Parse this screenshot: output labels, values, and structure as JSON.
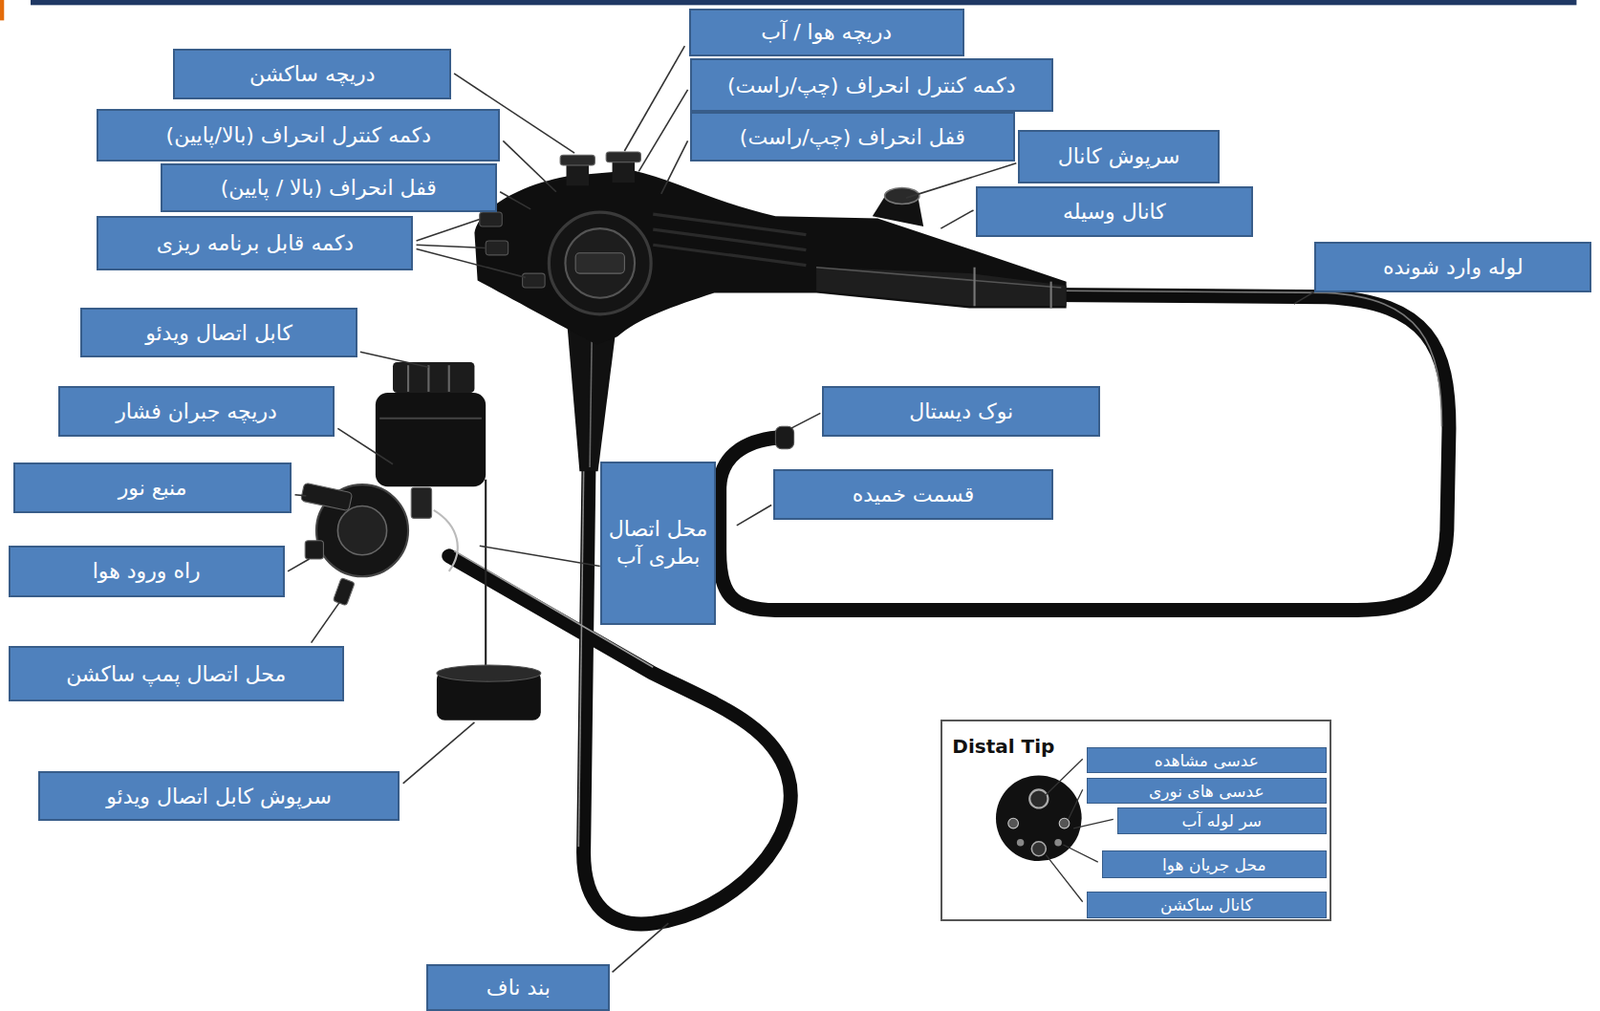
{
  "diagram": {
    "nodes": [
      {
        "text": [
          "دریچه هوا / آب"
        ]
      },
      {
        "text": [
          "دریچه ساکشن"
        ]
      },
      {
        "text": [
          "دکمه کنترل انحراف (چپ/راست)"
        ]
      },
      {
        "text": [
          "دکمه کنترل انحراف (بالا/پایین)"
        ]
      },
      {
        "text": [
          "قفل انحراف (چپ/راست)"
        ]
      },
      {
        "text": [
          "سرپوش کانال"
        ]
      },
      {
        "text": [
          "قفل انحراف (بالا / پایین)"
        ]
      },
      {
        "text": [
          "کانال وسیله"
        ]
      },
      {
        "text": [
          "دکمه قابل برنامه ریزی"
        ]
      },
      {
        "text": [
          "لوله وارد شونده"
        ]
      },
      {
        "text": [
          "کابل اتصال ویدئو"
        ]
      },
      {
        "text": [
          "دریچه جبران فشار"
        ]
      },
      {
        "text": [
          "نوک دیستال"
        ]
      },
      {
        "text": [
          "منبع نور"
        ]
      },
      {
        "text": [
          "قسمت خمیده"
        ]
      },
      {
        "text": [
          "محل اتصال بطری آب"
        ]
      },
      {
        "text": [
          "راه ورود هوا"
        ]
      },
      {
        "text": [
          "محل اتصال پمپ ساکشن"
        ]
      },
      {
        "text": [
          "Distal Tip"
        ]
      },
      {
        "text": [
          "عدسی مشاهده"
        ],
        "in": 18
      },
      {
        "text": [
          "عدسی های نوری"
        ],
        "in": 18
      },
      {
        "text": [
          "سر لوله آب"
        ],
        "in": 18
      },
      {
        "text": [
          "محل جریان هوا"
        ],
        "in": 18
      },
      {
        "text": [
          "کانال ساکشن"
        ],
        "in": 18
      },
      {
        "text": [
          "سرپوش کابل اتصال ویدئو"
        ]
      },
      {
        "text": [
          "بند ناف"
        ]
      }
    ]
  }
}
